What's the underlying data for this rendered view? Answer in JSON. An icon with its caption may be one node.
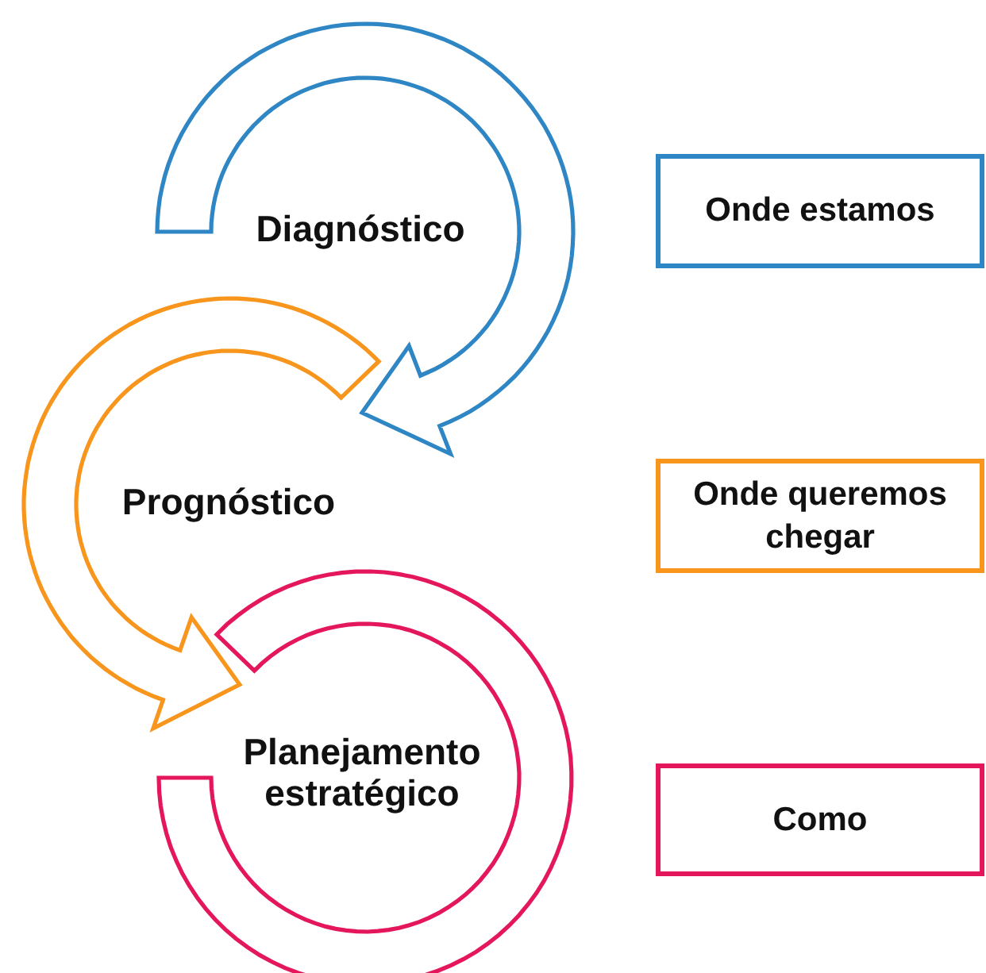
{
  "diagram": {
    "nodes": [
      {
        "text": [
          "Diagnóstico"
        ]
      },
      {
        "text": [
          "Prognóstico"
        ]
      },
      {
        "text": [
          "Planejamento estratégico"
        ]
      },
      {
        "text": [
          "Onde estamos"
        ]
      },
      {
        "text": [
          "Onde queremos chegar"
        ]
      },
      {
        "text": [
          "Como"
        ]
      }
    ],
    "edges": [
      {
        "from": 0,
        "to": 1,
        "arrow": "to",
        "color": "#2f86c4"
      },
      {
        "from": 1,
        "to": 2,
        "arrow": "to",
        "color": "#f7951d"
      }
    ]
  }
}
